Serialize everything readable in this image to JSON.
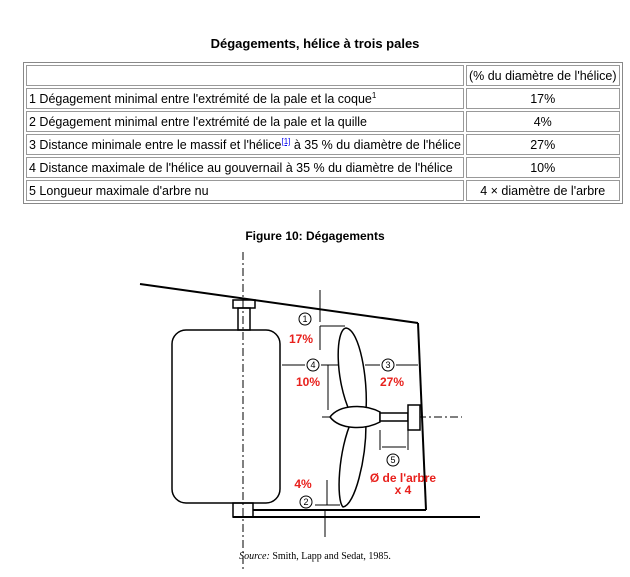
{
  "title": "Dégagements, hélice à trois pales",
  "table": {
    "header": [
      "",
      "(% du diamètre de l'hélice)"
    ],
    "rows": [
      {
        "label": "1 Dégagement minimal entre l'extrémité de la pale et la coque",
        "sup": "1",
        "value": "17%"
      },
      {
        "label": "2 Dégagement minimal entre l'extrémité de la pale et la quille",
        "value": "4%"
      },
      {
        "label": "3 Distance minimale entre le massif et l'hélice",
        "link": "[1]",
        "label_after": " à 35 % du diamètre de l'hélice",
        "value": "27%"
      },
      {
        "label": "4 Distance maximale de l'hélice au gouvernail à 35 % du diamètre de l'hélice",
        "value": "10%"
      },
      {
        "label": "5 Longueur maximale d'arbre nu",
        "value": "4 × diamètre de l'arbre"
      }
    ]
  },
  "figure": {
    "caption": "Figure 10: Dégagements",
    "markers": [
      "1",
      "2",
      "3",
      "4",
      "5"
    ],
    "labels": {
      "m1": "17%",
      "m2": "4%",
      "m3": "27%",
      "m4": "10%",
      "m5a": "Ø de l'arbre",
      "m5b": "x 4"
    },
    "label_color": "#e8201c",
    "source_label": "Source:",
    "source_text": " Smith, Lapp and Sedat, 1985."
  }
}
